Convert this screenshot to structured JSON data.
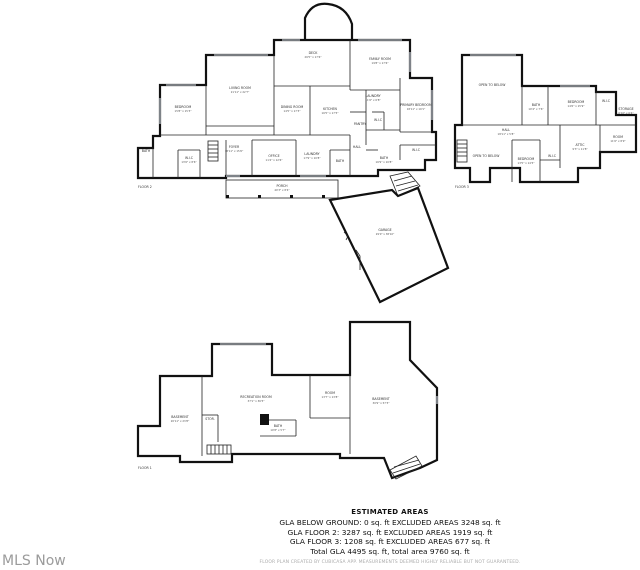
{
  "floors": {
    "main": {
      "tag": "FLOOR 2",
      "rooms": [
        {
          "label": "DECK",
          "dim": "26'5\" x 17'6\""
        },
        {
          "label": "LIVING ROOM",
          "dim": "21'11\" x 22'7\""
        },
        {
          "label": "FAMILY ROOM",
          "dim": "19'8\" x 17'6\""
        },
        {
          "label": "BEDROOM",
          "dim": "15'8\" x 15'3\""
        },
        {
          "label": "DINING ROOM",
          "dim": "14'5\" x 17'3\""
        },
        {
          "label": "KITCHEN",
          "dim": "16'5\" x 17'5\""
        },
        {
          "label": "LAUNDRY",
          "dim": "11'6\" x 6'8\""
        },
        {
          "label": "PRIMARY BEDROOM",
          "dim": "18'11\" x 19'1\""
        },
        {
          "label": "PANTRY",
          "dim": ""
        },
        {
          "label": "W.I.C",
          "dim": ""
        },
        {
          "label": "FOYER",
          "dim": "18'11\" x 15'6\""
        },
        {
          "label": "OFFICE",
          "dim": "11'4\" x 12'6\""
        },
        {
          "label": "LAUNDRY",
          "dim": "17'9\" x 10'8\""
        },
        {
          "label": "BATH",
          "dim": ""
        },
        {
          "label": "HALL",
          "dim": ""
        },
        {
          "label": "W.I.C",
          "dim": "13'6\" x 8'6\""
        },
        {
          "label": "BATH",
          "dim": "16'9\" x 10'8\""
        },
        {
          "label": "BATH",
          "dim": ""
        },
        {
          "label": "W.I.C",
          "dim": ""
        },
        {
          "label": "PORCH",
          "dim": "40'3\" x 8'4\""
        },
        {
          "label": "GARAGE",
          "dim": "29'0\" x 38'10\""
        }
      ]
    },
    "upper": {
      "tag": "FLOOR 3",
      "rooms": [
        {
          "label": "OPEN TO BELOW",
          "dim": ""
        },
        {
          "label": "BATH",
          "dim": "10'4\" x 7'6\""
        },
        {
          "label": "BEDROOM",
          "dim": "14'6\" x 15'9\""
        },
        {
          "label": "W.I.C",
          "dim": ""
        },
        {
          "label": "STORAGE",
          "dim": "6'10\" x 6'4\""
        },
        {
          "label": "HALL",
          "dim": "18'11\" x 5'8\""
        },
        {
          "label": "BEDROOM",
          "dim": "13'5\" x 14'5\""
        },
        {
          "label": "ATTIC",
          "dim": "9'3\" x 11'8\""
        },
        {
          "label": "ROOM",
          "dim": "11'6\" x 8'9\""
        },
        {
          "label": "OPEN TO BELOW",
          "dim": ""
        },
        {
          "label": "W.I.C",
          "dim": ""
        }
      ]
    },
    "lower": {
      "tag": "FLOOR 1",
      "rooms": [
        {
          "label": "BASEMENT",
          "dim": "20'11\" x 23'8\""
        },
        {
          "label": "STOR.",
          "dim": ""
        },
        {
          "label": "RECREATION ROOM",
          "dim": "37'1\" x 36'5\""
        },
        {
          "label": "BATH",
          "dim": "10'8\" x 5'7\""
        },
        {
          "label": "ROOM",
          "dim": "13'7\" x 13'8\""
        },
        {
          "label": "BASEMENT",
          "dim": "30'9\" x 57'3\""
        }
      ]
    }
  },
  "areas": {
    "title": "ESTIMATED AREAS",
    "lines": [
      "GLA BELOW GROUND: 0 sq. ft EXCLUDED AREAS 3248 sq. ft",
      "GLA FLOOR 2: 3287 sq. ft EXCLUDED AREAS 1919 sq. ft",
      "GLA FLOOR 3: 1208 sq. ft EXCLUDED AREAS 677 sq. ft",
      "Total GLA 4495 sq. ft, total area 9760 sq. ft"
    ]
  },
  "footer_note": "FLOOR PLAN CREATED BY CUBICASA APP. MEASUREMENTS DEEMED HIGHLY RELIABLE BUT NOT GUARANTEED.",
  "watermark": "MLS Now"
}
